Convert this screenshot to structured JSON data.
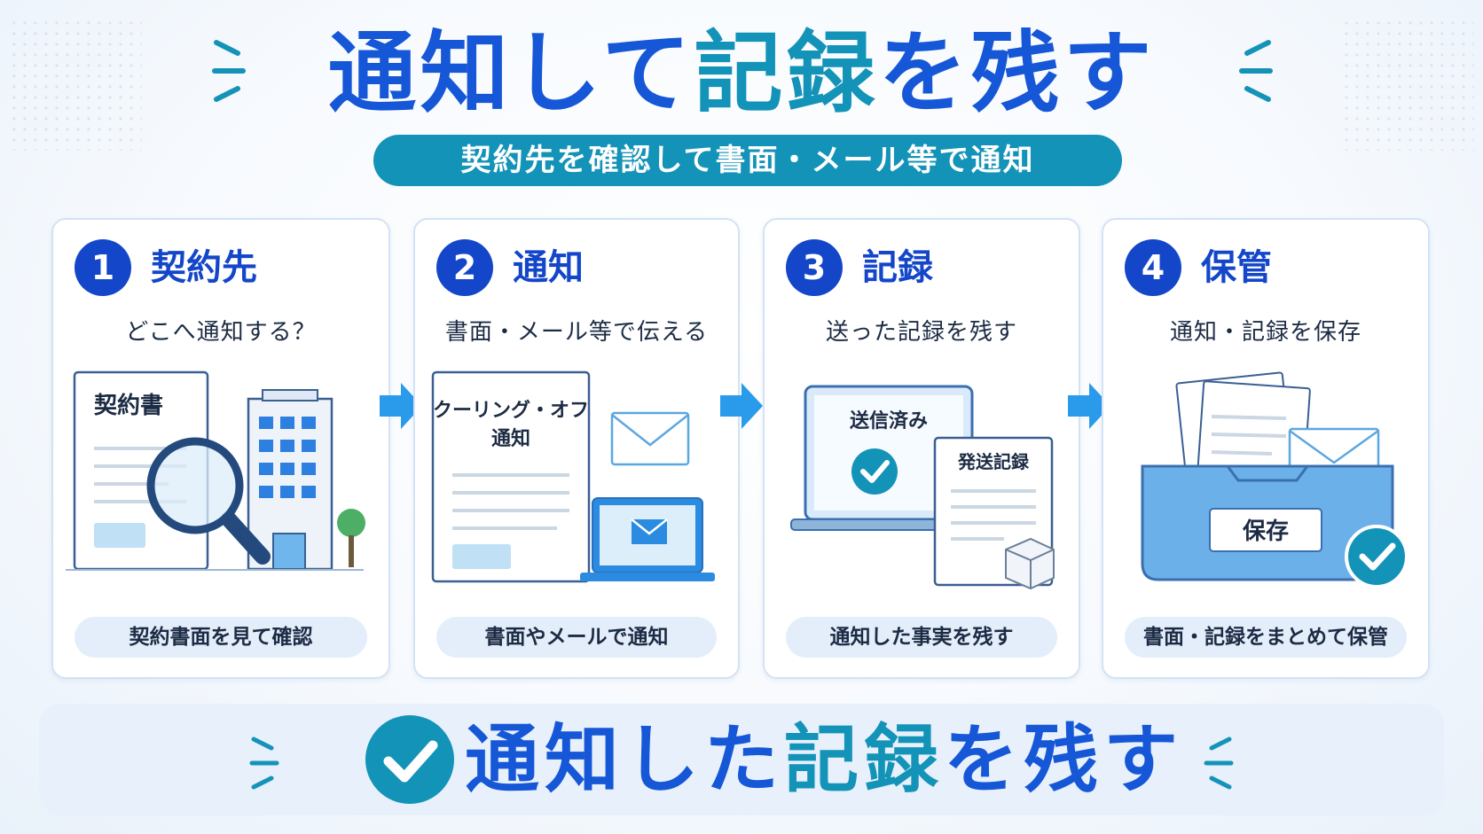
{
  "header": {
    "title_part1": "通知して",
    "title_part2": "記録",
    "title_part3": "を残す",
    "subtitle": "契約先を確認して書面・メール等で通知"
  },
  "steps": [
    {
      "num": "1",
      "title": "契約先",
      "subtitle": "どこへ通知する？",
      "doc_label": "契約書",
      "footer": "契約書面を見て確認",
      "icons": [
        "contract-document",
        "magnifier-icon",
        "office-building-icon",
        "tree-icon"
      ]
    },
    {
      "num": "2",
      "title": "通知",
      "subtitle": "書面・メール等で伝える",
      "doc_label_line1": "クーリング・オフ",
      "doc_label_line2": "通知",
      "footer": "書面やメールで通知",
      "icons": [
        "notice-document",
        "envelope-icon",
        "laptop-mail-icon"
      ]
    },
    {
      "num": "3",
      "title": "記録",
      "subtitle": "送った記録を残す",
      "screen_label": "送信済み",
      "doc_label": "発送記録",
      "footer": "通知した事実を残す",
      "icons": [
        "laptop-sent-icon",
        "check-icon",
        "shipping-record-document",
        "package-icon"
      ]
    },
    {
      "num": "4",
      "title": "保管",
      "subtitle": "通知・記録を保存",
      "box_label": "保存",
      "footer": "書面・記録をまとめて保管",
      "icons": [
        "storage-box-icon",
        "documents-icon",
        "envelope-icon",
        "check-badge-icon"
      ]
    }
  ],
  "footer": {
    "part1": "通知した",
    "part2": "記録",
    "part3": "を残す"
  },
  "colors": {
    "blue": "#1557d6",
    "teal": "#1493b8",
    "step_badge": "#1346c8",
    "pill_bg": "#e4eefa",
    "arrow": "#2a9bea"
  }
}
